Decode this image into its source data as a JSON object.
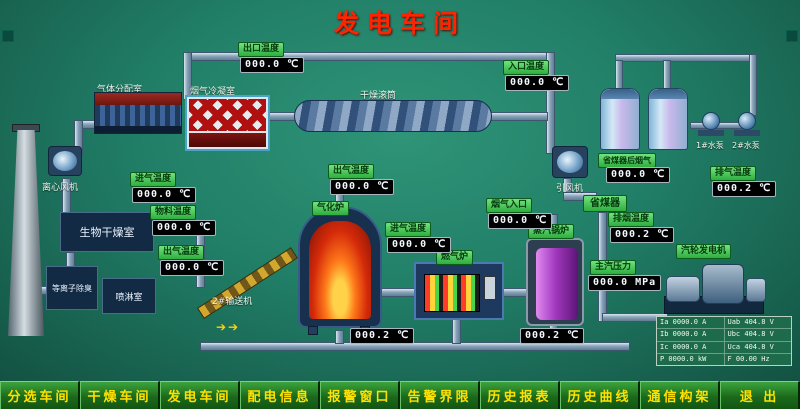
{
  "title": "发电车间",
  "menu": {
    "items": [
      {
        "label": "分选车间"
      },
      {
        "label": "干燥车间"
      },
      {
        "label": "发电车间"
      },
      {
        "label": "配电信息"
      },
      {
        "label": "报警窗口"
      },
      {
        "label": "告警界限"
      },
      {
        "label": "历史报表"
      },
      {
        "label": "历史曲线"
      },
      {
        "label": "通信构架"
      },
      {
        "label": "退 出"
      }
    ]
  },
  "equipment": {
    "gas_dist_room": "气体分配室",
    "flue_condenser": "烟气冷凝室",
    "drying_drum": "干燥滚筒",
    "centrifugal_fan": "离心风机",
    "bio_drying_room": "生物干燥室",
    "plasma_deodor": "等离子除臭",
    "spray_room": "喷淋室",
    "gasifier": "气化炉",
    "conveyor2": "2#输送机",
    "gas_furnace": "燃气炉",
    "steam_boiler": "蒸汽锅炉",
    "economizer": "省煤器",
    "induced_fan": "引风机",
    "turbine_generator": "汽轮发电机",
    "pump1": "1#水泵",
    "pump2": "2#水泵"
  },
  "displays": {
    "outlet_temp_top": {
      "label": "出口温度",
      "value": "000.0 ℃"
    },
    "inlet_temp_top": {
      "label": "入口温度",
      "value": "000.0 ℃"
    },
    "drying_inlet_temp": {
      "label": "进气温度",
      "value": "000.0 ℃"
    },
    "material_temp": {
      "label": "物料温度",
      "value": "000.0 ℃"
    },
    "drying_outlet_temp": {
      "label": "出气温度",
      "value": "000.0 ℃"
    },
    "gasifier_outlet_temp": {
      "label": "出气温度",
      "value": "000.0 ℃"
    },
    "gas_inlet_temp": {
      "label": "进气温度",
      "value": "000.0 ℃"
    },
    "flue_inlet_temp": {
      "label": "烟气入口",
      "value": "000.0 ℃"
    },
    "economizer_flue_temp": {
      "label": "省煤器后烟气",
      "value": "000.0 ℃"
    },
    "smoke_exhaust_temp": {
      "label": "排烟温度",
      "value": "000.2 ℃"
    },
    "exhaust_temp_right": {
      "label": "排气温度",
      "value": "000.2 ℃"
    },
    "main_steam_pressure": {
      "label": "主汽压力",
      "value": "000.0 MPa"
    },
    "gas_furnace_outlet": {
      "value": "000.2 ℃"
    },
    "boiler_outlet": {
      "value": "000.2 ℃"
    }
  },
  "generator_table": {
    "rows": [
      [
        "Ia 0000.0 A",
        "Uab 404.8 V"
      ],
      [
        "Ib 0000.0 A",
        "Ubc 404.8 V"
      ],
      [
        "Ic 0000.0 A",
        "Uca 404.8 V"
      ],
      [
        "P 0000.0 kW",
        "F 00.00 Hz"
      ]
    ]
  }
}
